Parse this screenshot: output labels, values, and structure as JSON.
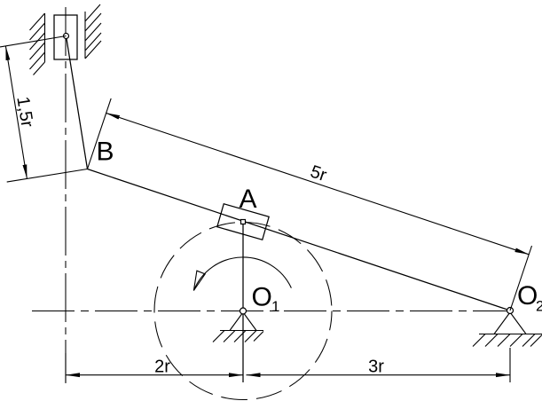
{
  "figure": {
    "description": "kinematic-mechanism-scheme",
    "colors": {
      "background": "#ffffff",
      "line": "#000000"
    },
    "point_labels": {
      "a": "A",
      "b": "B",
      "o1_base": "O",
      "o1_sub": "1",
      "o2_base": "O",
      "o2_sub": "2"
    },
    "dimension_labels": {
      "top_link_length": "1,5r",
      "coupler_length": "5r",
      "left_span": "2r",
      "right_span": "3r"
    }
  }
}
